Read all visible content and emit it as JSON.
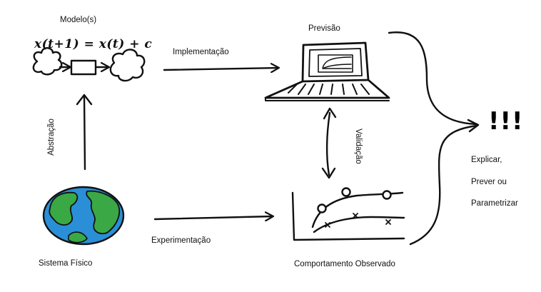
{
  "labels": {
    "models": "Modelo(s)",
    "equation": "x(t+1) = x(t) + c",
    "implementation": "Implementação",
    "forecast": "Previsão",
    "validation": "Validação",
    "abstraction": "Abstração",
    "physical_system": "Sistema Físico",
    "experimentation": "Experimentação",
    "observed_behavior": "Comportamento Observado",
    "exclaim": "!!!",
    "explain": "Explicar,",
    "predict": "Prever ou",
    "parametrize": "Parametrizar"
  },
  "colors": {
    "ink": "#111111",
    "globe_water": "#2a8fd6",
    "globe_land": "#3aa844"
  }
}
